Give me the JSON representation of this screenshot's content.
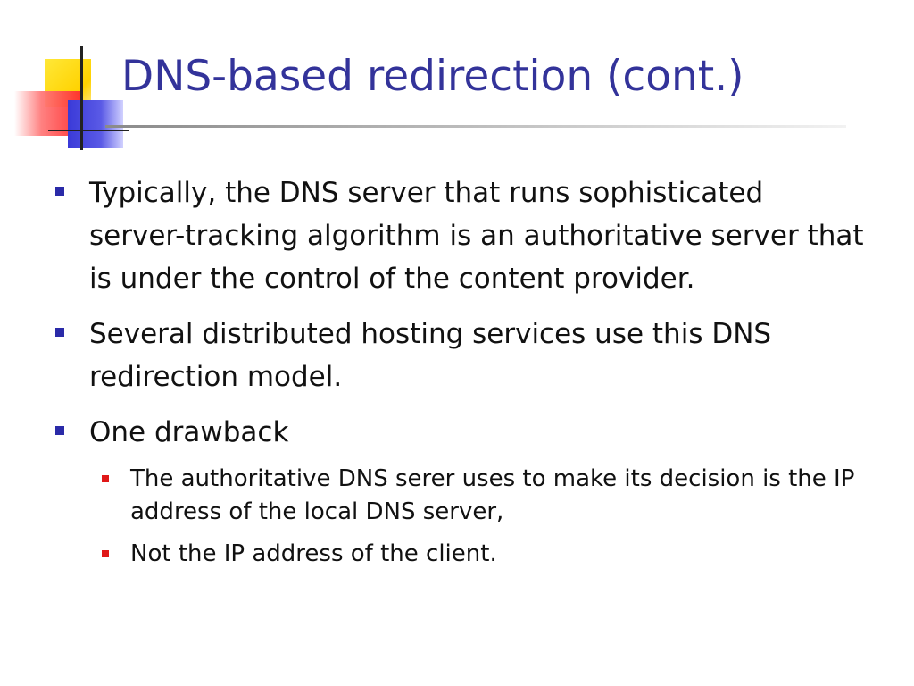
{
  "slide": {
    "title": "DNS-based redirection (cont.)",
    "bullets": [
      {
        "text": "Typically, the DNS server that runs sophisticated server-tracking algorithm is an authoritative server that is under the control of the content provider."
      },
      {
        "text": "Several distributed hosting services use this DNS redirection model."
      },
      {
        "text": "One drawback",
        "sub": [
          "The authoritative DNS serer uses to make its decision is the IP address of the local DNS server,",
          "Not the IP address of the client."
        ]
      }
    ]
  },
  "colors": {
    "title": "#33339a",
    "bullet_marker": "#2a2aa8",
    "sub_bullet_marker": "#e01818",
    "text": "#111111"
  },
  "icons": {
    "logo": "colored-squares-logo-icon",
    "bullet": "square-bullet-icon"
  }
}
